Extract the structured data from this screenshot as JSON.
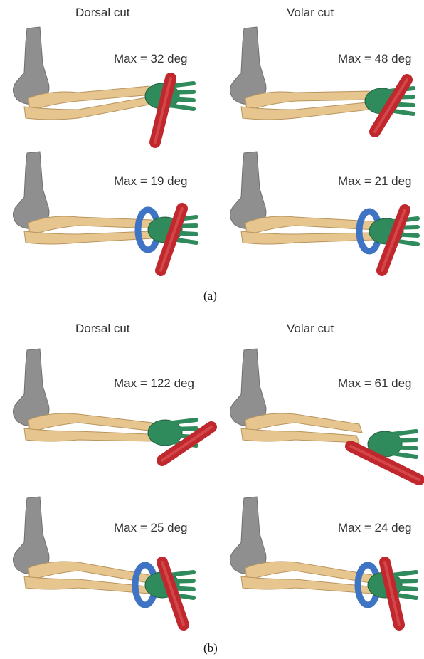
{
  "figure": {
    "part_a": {
      "caption": "(a)",
      "columns": [
        "Dorsal cut",
        "Volar cut"
      ],
      "panels": [
        {
          "max_text": "Max = 32 deg",
          "max_deg": 32
        },
        {
          "max_text": "Max = 48 deg",
          "max_deg": 48
        },
        {
          "max_text": "Max = 19 deg",
          "max_deg": 19
        },
        {
          "max_text": "Max = 21 deg",
          "max_deg": 21
        }
      ]
    },
    "part_b": {
      "caption": "(b)",
      "columns": [
        "Dorsal cut",
        "Volar cut"
      ],
      "panels": [
        {
          "max_text": "Max = 122 deg",
          "max_deg": 122
        },
        {
          "max_text": "Max = 61 deg",
          "max_deg": 61
        },
        {
          "max_text": "Max = 25 deg",
          "max_deg": 25
        },
        {
          "max_text": "Max = 24 deg",
          "max_deg": 24
        }
      ]
    }
  },
  "colors": {
    "humerus": "#8f8f8f",
    "forearm_bone": "#e7c58f",
    "carpals": "#2f8a5c",
    "rod": "#c0282d",
    "brace": "#3f73c4"
  },
  "icons": [
    "humerus",
    "radius-ulna",
    "hand-bones",
    "red-rod",
    "blue-brace"
  ]
}
